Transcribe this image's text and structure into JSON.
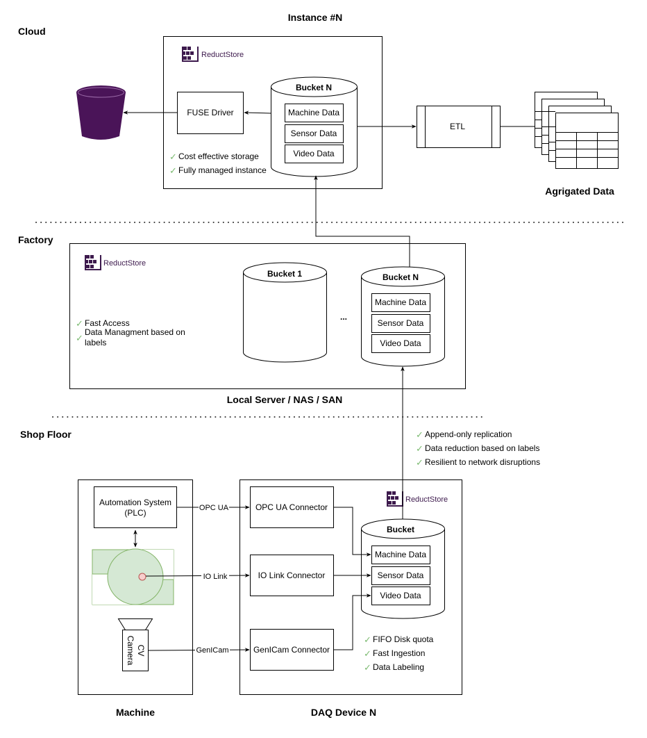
{
  "sections": {
    "cloud": "Cloud",
    "factory": "Factory",
    "shop_floor": "Shop Floor"
  },
  "titles": {
    "instance": "Instance #N",
    "aggregated": "Agrigated Data",
    "local_server": "Local Server / NAS / SAN",
    "machine": "Machine",
    "daq": "DAQ Device N"
  },
  "brand": "ReductStore",
  "cloud": {
    "fuse_driver": "FUSE Driver",
    "bucket_title": "Bucket N",
    "items": [
      "Machine Data",
      "Sensor Data",
      "Video Data"
    ],
    "etl": "ETL",
    "features": [
      "Cost effective storage",
      "Fully managed instance"
    ]
  },
  "factory": {
    "bucket1_title": "Bucket 1",
    "ellipsis": "...",
    "bucketN_title": "Bucket N",
    "items": [
      "Machine Data",
      "Sensor Data",
      "Video Data"
    ],
    "features": [
      "Fast Access",
      "Data Managment based on",
      "labels"
    ]
  },
  "replication_features": [
    "Append-only replication",
    "Data reduction based on labels",
    "Resilient to network disruptions"
  ],
  "machine": {
    "plc_line1": "Automation System",
    "plc_line2": "(PLC)",
    "camera_line1": "CV",
    "camera_line2": "Camera"
  },
  "links": {
    "opc_ua": "OPC UA",
    "io_link": "IO Link",
    "genicam": "GenICam"
  },
  "daq": {
    "opc_connector": "OPC UA Connector",
    "io_connector": "IO Link Connector",
    "genicam_connector": "GenICam Connector",
    "bucket_title": "Bucket",
    "items": [
      "Machine Data",
      "Sensor Data",
      "Video Data"
    ],
    "features": [
      "FIFO Disk quota",
      "Fast Ingestion",
      "Data Labeling"
    ]
  },
  "colors": {
    "bucket_purple": "#4a1458",
    "brand_purple": "#3d1a4d",
    "check_green": "#7dbb72",
    "motor_fill": "#d5e8d4",
    "motor_stroke": "#82b366",
    "sensor_fill": "#f8cecc",
    "sensor_stroke": "#b85450"
  }
}
